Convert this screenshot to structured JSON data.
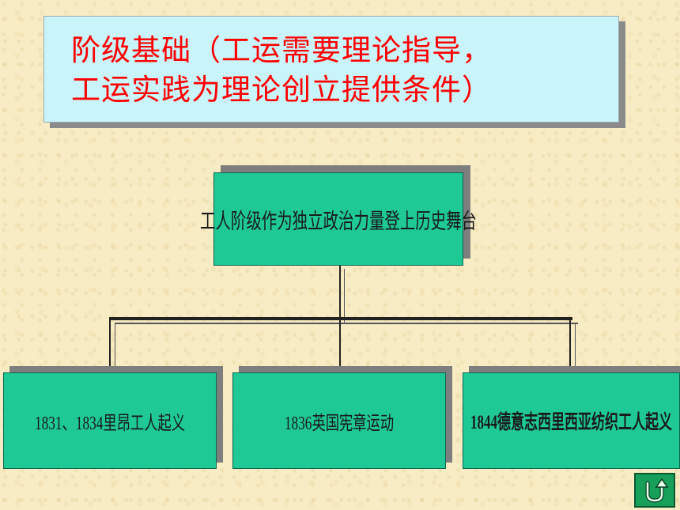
{
  "title": {
    "line1": "阶级基础（工运需要理论指导，",
    "line2": "工运实践为理论创立提供条件）"
  },
  "diagram": {
    "root": "工人阶级作为独立政治力量登上历史舞台",
    "children": [
      "1831、1834里昂工人起义",
      "1836英国宪章运动",
      "1844德意志西里西亚纺织工人起义"
    ]
  },
  "nav": {
    "back_icon": "return-arrow-icon"
  },
  "colors": {
    "title_text": "#ff0000",
    "title_bg": "#c8f4fa",
    "node_bg": "#1ec995",
    "button_bg": "#16a05a"
  }
}
